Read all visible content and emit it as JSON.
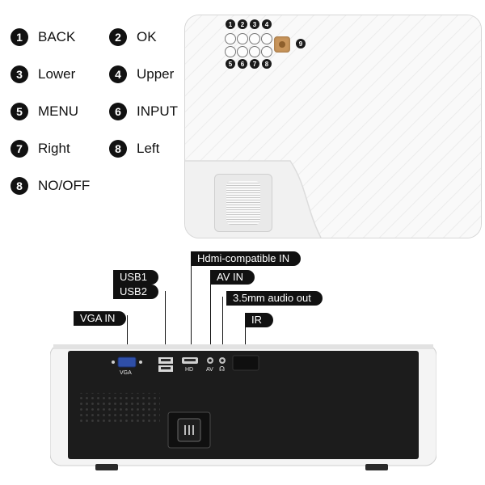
{
  "legend": [
    {
      "num": "1",
      "label": "BACK"
    },
    {
      "num": "2",
      "label": "OK"
    },
    {
      "num": "3",
      "label": "Lower"
    },
    {
      "num": "4",
      "label": "Upper"
    },
    {
      "num": "5",
      "label": "MENU"
    },
    {
      "num": "6",
      "label": "INPUT"
    },
    {
      "num": "7",
      "label": "Right"
    },
    {
      "num": "8",
      "label": "Left"
    },
    {
      "num": "8",
      "label": "NO/OFF"
    }
  ],
  "top_panel": {
    "buttons_top_row": [
      "1",
      "2",
      "3",
      "4"
    ],
    "buttons_bottom_row": [
      "5",
      "6",
      "7",
      "8"
    ],
    "power_button_num": "9"
  },
  "callouts": {
    "hdmi": "Hdmi-compatible IN",
    "usb1": "USB1",
    "av": "AV IN",
    "usb2": "USB2",
    "audio": "3.5mm audio out",
    "vga": "VGA IN",
    "ir": "IR"
  },
  "rear_labels": {
    "vga": "VGA",
    "hd": "HD",
    "av": "AV",
    "audio_icon": "headphone-icon"
  },
  "colors": {
    "callout_bg": "#111111",
    "body_white": "#f4f4f4",
    "panel_black": "#1c1c1c",
    "power_button": "#c9955b"
  }
}
